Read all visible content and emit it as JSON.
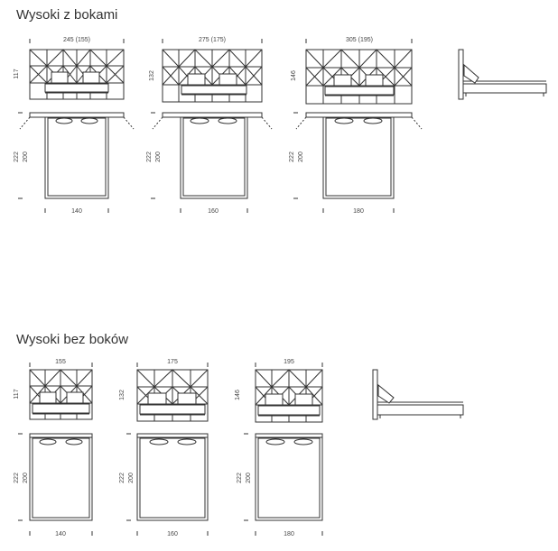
{
  "sections": [
    {
      "title": "Wysoki z bokami",
      "beds": [
        {
          "width_label": "245 (155)",
          "height_label": "117",
          "length_labels": [
            "222",
            "200"
          ],
          "mattress_label": "140"
        },
        {
          "width_label": "275 (175)",
          "height_label": "132",
          "length_labels": [
            "222",
            "200"
          ],
          "mattress_label": "160"
        },
        {
          "width_label": "305 (195)",
          "height_label": "146",
          "length_labels": [
            "222",
            "200"
          ],
          "mattress_label": "180"
        }
      ]
    },
    {
      "title": "Wysoki bez boków",
      "beds": [
        {
          "width_label": "155",
          "height_label": "117",
          "length_labels": [
            "222",
            "200"
          ],
          "mattress_label": "140"
        },
        {
          "width_label": "175",
          "height_label": "132",
          "length_labels": [
            "222",
            "200"
          ],
          "mattress_label": "160"
        },
        {
          "width_label": "195",
          "height_label": "146",
          "length_labels": [
            "222",
            "200"
          ],
          "mattress_label": "180"
        }
      ]
    }
  ],
  "colors": {
    "line": "#333333",
    "text": "#444444"
  }
}
